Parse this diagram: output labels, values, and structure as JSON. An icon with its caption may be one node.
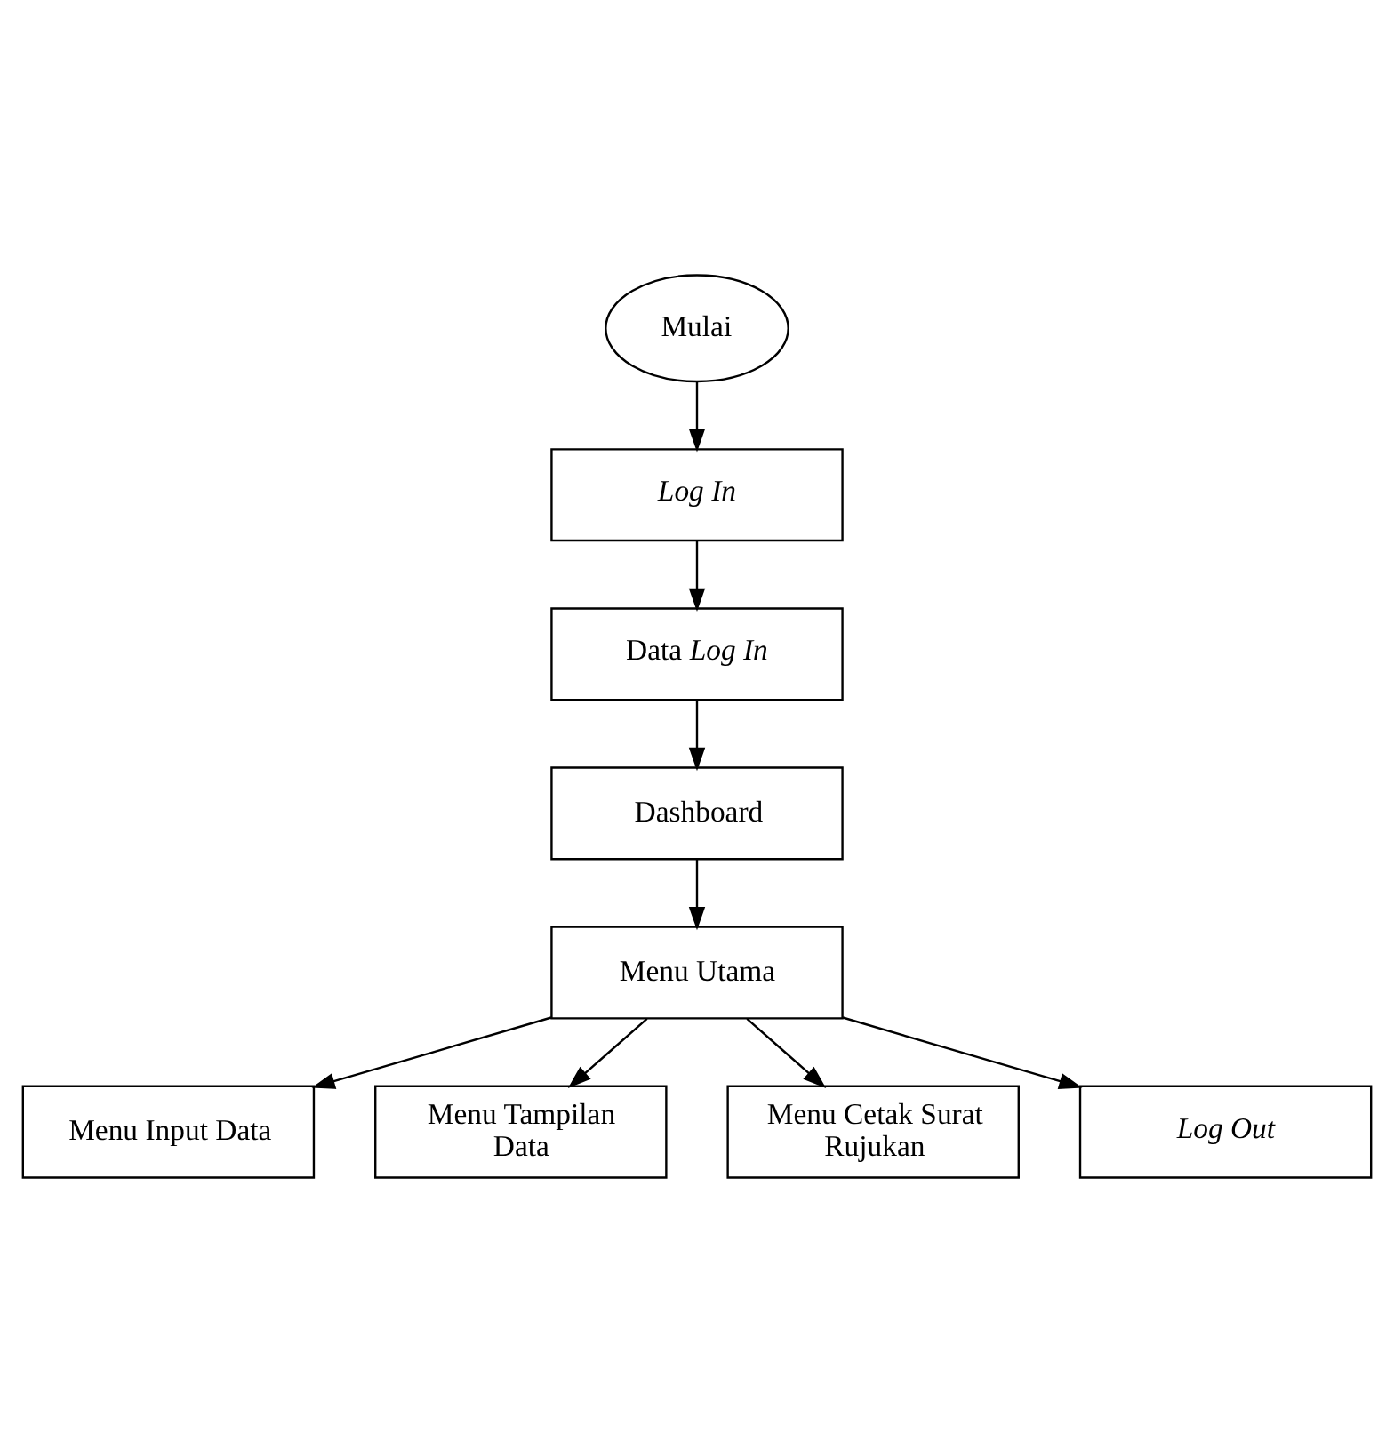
{
  "diagram": {
    "nodes": [
      {
        "text": [
          "Mulai"
        ]
      },
      {
        "text": [
          "*Log In*"
        ]
      },
      {
        "text": [
          "Data *Log In*"
        ]
      },
      {
        "text": [
          "Dashboard"
        ]
      },
      {
        "text": [
          "Menu Utama"
        ]
      },
      {
        "text": [
          "Menu Input Data"
        ]
      },
      {
        "text": [
          "Menu Tampilan Data"
        ]
      },
      {
        "text": [
          "Menu Cetak Surat Rujukan"
        ]
      },
      {
        "text": [
          "*Log Out*"
        ]
      }
    ],
    "edges": [
      {
        "from": 0,
        "to": 1,
        "arrow": "to"
      },
      {
        "from": 1,
        "to": 2,
        "arrow": "to"
      },
      {
        "from": 2,
        "to": 3,
        "arrow": "to"
      },
      {
        "from": 3,
        "to": 4,
        "arrow": "to"
      },
      {
        "from": 4,
        "to": 5,
        "arrow": "to"
      },
      {
        "from": 4,
        "to": 6,
        "arrow": "to"
      },
      {
        "from": 4,
        "to": 7,
        "arrow": "to"
      },
      {
        "from": 4,
        "to": 8,
        "arrow": "to"
      }
    ]
  }
}
